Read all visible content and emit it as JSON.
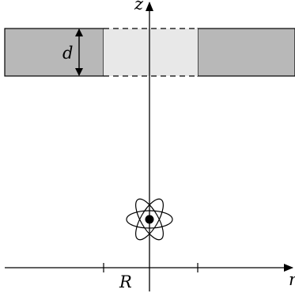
{
  "labels": {
    "axis_z": "z",
    "axis_r": "r",
    "thickness": "d",
    "radius": "R"
  },
  "colors": {
    "slab_fill": "#b8b8b8",
    "hole_fill": "#e8e8e8",
    "stroke": "#000000"
  },
  "icons": {
    "atom": "atom-icon"
  }
}
